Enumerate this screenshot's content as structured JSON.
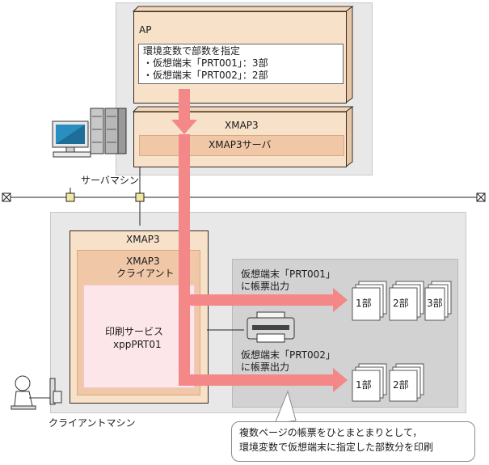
{
  "ap": {
    "title": "AP",
    "env_heading": "環境変数で部数を指定",
    "env_line1": "・仮想端末「PRT001」：3部",
    "env_line2": "・仮想端末「PRT002」：2部"
  },
  "server": {
    "xmap3_title": "XMAP3",
    "xmap3_server": "XMAP3サーバ",
    "machine_label": "サーバマシン"
  },
  "client": {
    "xmap3_title": "XMAP3",
    "client_line1": "XMAP3",
    "client_line2": "クライアント",
    "print_service_line1": "印刷サービス",
    "print_service_line2": "xppPRT01",
    "machine_label": "クライアントマシン"
  },
  "output": {
    "prt001_line1": "仮想端末「PRT001」",
    "prt001_line2": "に帳票出力",
    "prt002_line1": "仮想端末「PRT002」",
    "prt002_line2": "に帳票出力",
    "prt001_copies": [
      "1部",
      "2部",
      "3部"
    ],
    "prt002_copies": [
      "1部",
      "2部"
    ]
  },
  "note": {
    "line1": "複数ページの帳票をひとまとまりとして，",
    "line2": "環境変数で仮想端末に指定した部数分を印刷"
  },
  "colors": {
    "arrow": "#f48888",
    "peach": "#f8e1c9",
    "panel": "#e8e8e8",
    "print_area": "#d2d2d2"
  }
}
